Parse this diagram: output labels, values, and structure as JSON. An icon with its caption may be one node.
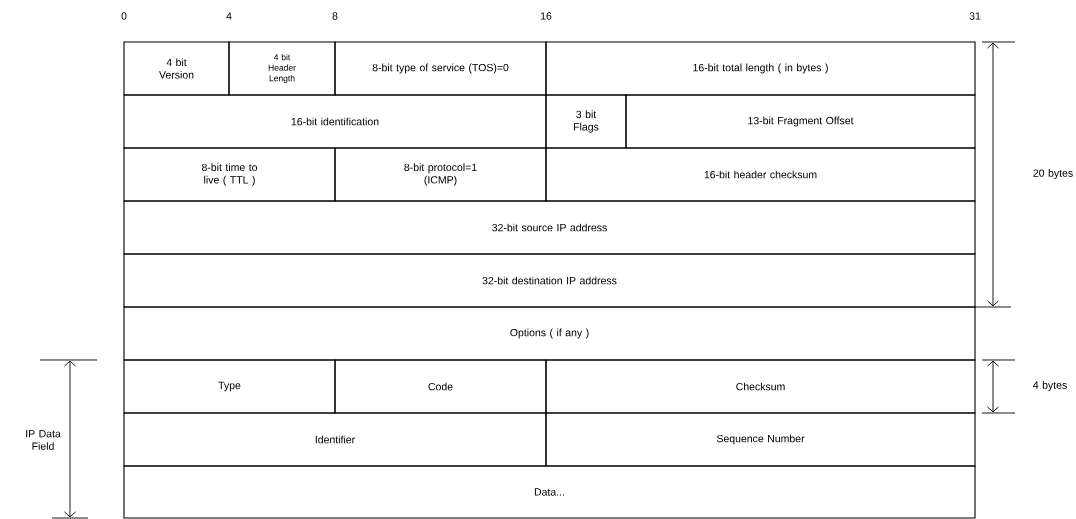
{
  "diagram": {
    "nodes": [
      {
        "text": [
          "4 bit Version"
        ]
      },
      {
        "text": [
          "4 bit Header Length"
        ]
      },
      {
        "text": [
          "8-bit type of service (TOS)=0"
        ]
      },
      {
        "text": [
          "16-bit total length ( in bytes )"
        ]
      },
      {
        "text": [
          "16-bit identification"
        ]
      },
      {
        "text": [
          "3 bit Flags"
        ]
      },
      {
        "text": [
          "13-bit Fragment Offset"
        ]
      },
      {
        "text": [
          "8-bit time to live ( TTL )"
        ]
      },
      {
        "text": [
          "8-bit protocol=1 (ICMP)"
        ]
      },
      {
        "text": [
          "16-bit header checksum"
        ]
      },
      {
        "text": [
          "32-bit source IP address"
        ]
      },
      {
        "text": [
          "32-bit destination IP address"
        ]
      },
      {
        "text": [
          "Options ( if any )"
        ]
      },
      {
        "text": [
          "Type"
        ]
      },
      {
        "text": [
          "Code"
        ]
      },
      {
        "text": [
          "Checksum"
        ]
      },
      {
        "text": [
          "Identifier"
        ]
      },
      {
        "text": [
          "Sequence Number"
        ]
      },
      {
        "text": [
          "Data..."
        ]
      }
    ],
    "labels": [
      "0",
      "4",
      "8",
      "16",
      "31",
      "20 bytes",
      "4 bytes",
      "IP Data Field"
    ]
  }
}
